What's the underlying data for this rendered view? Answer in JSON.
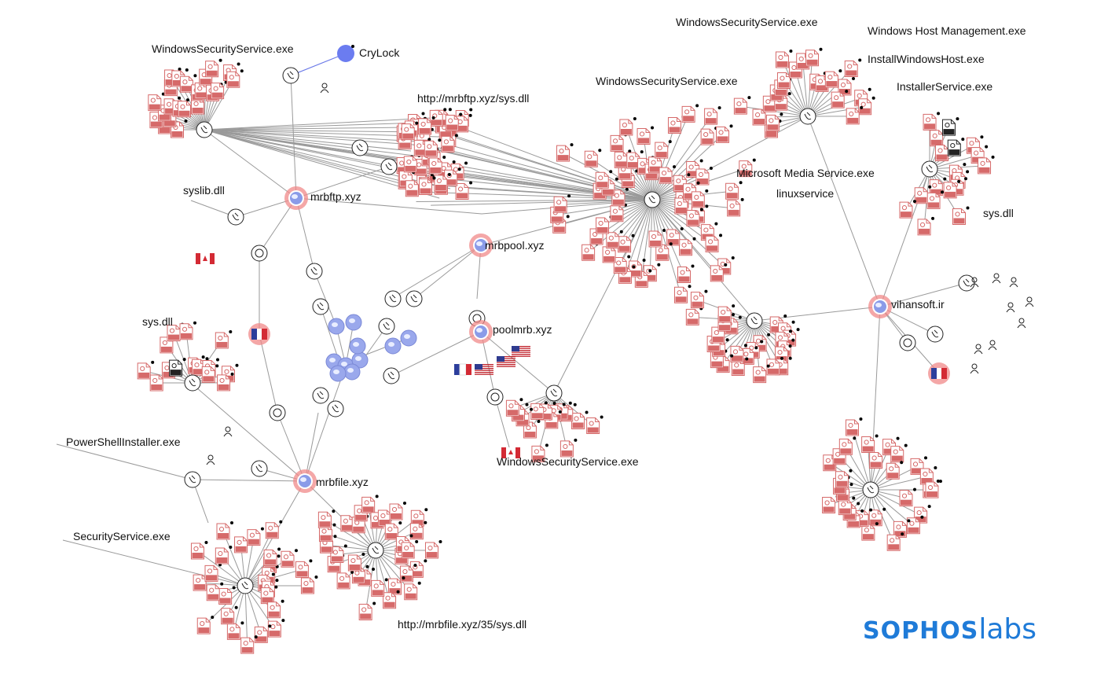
{
  "labels": {
    "crylock": "CryLock",
    "wss_top_left": "WindowsSecurityService.exe",
    "mrbftp_sysdll": "http://mrbftp.xyz/sys.dll",
    "syslib": "syslib.dll",
    "mrbftp": "mrbftp.xyz",
    "mrbpool": "mrbpool.xyz",
    "poolmrb": "poolmrb.xyz",
    "sysdll_left": "sys.dll",
    "psinstaller": "PowerShellInstaller.exe",
    "mrbfile": "mrbfile.xyz",
    "securityservice": "SecurityService.exe",
    "mrbfile_sysdll": "http://mrbfile.xyz/35/sys.dll",
    "wss_bottom": "WindowsSecurityService.exe",
    "wss_center": "WindowsSecurityService.exe",
    "wss_top_right": "WindowsSecurityService.exe",
    "win_host_mgmt": "Windows Host Management.exe",
    "install_win_host": "InstallWindowsHost.exe",
    "installer_service": "InstallerService.exe",
    "ms_media_service": "Microsoft Media Service.exe",
    "linuxservice": "linuxservice",
    "sysdll_right": "sys.dll",
    "vihansoft": "vihansoft.ir"
  },
  "logo": {
    "part1": "SOPHOS",
    "part2": "labs"
  },
  "colors": {
    "edge": "#9a9a9a",
    "file_icon": "#d66a6a",
    "domain_ring": "#f08a8a",
    "domain_core": "#8a9be8",
    "ip_node": "#9aa8ec",
    "crylock": "#6b7cf0",
    "logo": "#1f7bd8"
  },
  "icons": {
    "file": "exe-file-icon",
    "zip": "zip-file-icon",
    "html": "html-file-icon",
    "ico": "ico-file-icon",
    "domain": "globe-icon",
    "hub_process": "process-hub-icon",
    "download": "download-cloud-icon",
    "refresh": "cycle-icon",
    "flag_fr": "france-flag-icon",
    "flag_ca": "canada-flag-icon",
    "flag_us": "usa-flag-icon"
  }
}
